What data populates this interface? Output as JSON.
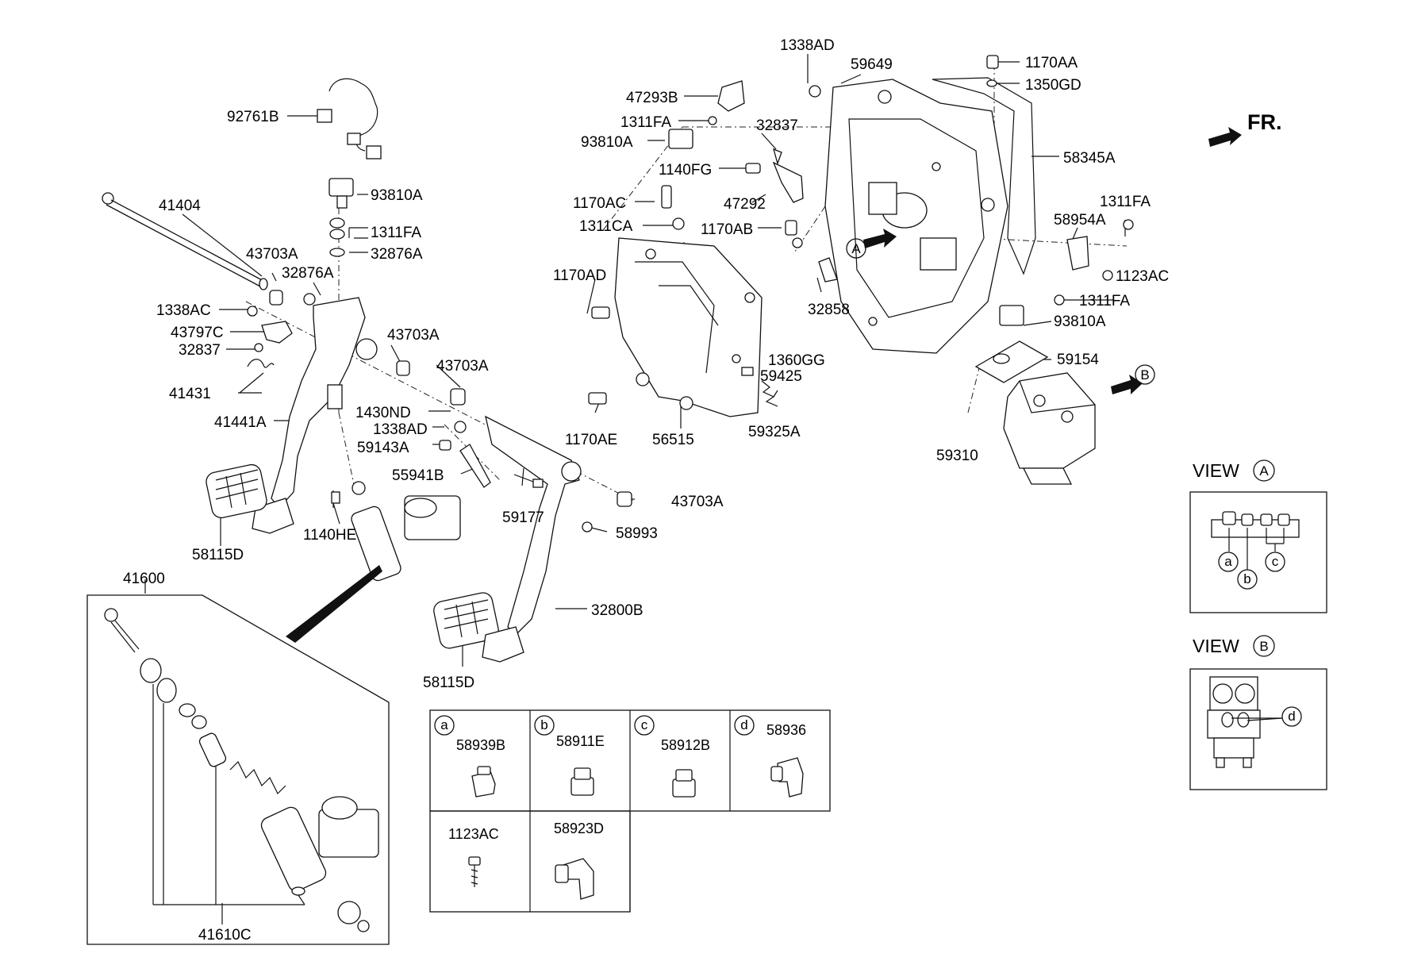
{
  "labels": {
    "l92761B": "92761B",
    "l93810A_1": "93810A",
    "l41404": "41404",
    "l1311FA_1": "1311FA",
    "l32876A_1": "32876A",
    "l43703A_1": "43703A",
    "l32876A_2": "32876A",
    "l1338AC": "1338AC",
    "l43797C": "43797C",
    "l32837_1": "32837",
    "l43703A_2": "43703A",
    "l41431": "41431",
    "l43703A_3": "43703A",
    "l41441A": "41441A",
    "l1430ND": "1430ND",
    "l1338AD_1": "1338AD",
    "l59143A": "59143A",
    "l55941B": "55941B",
    "l1140HE": "1140HE",
    "l59177": "59177",
    "l43703A_4": "43703A",
    "l58993": "58993",
    "l58115D_1": "58115D",
    "l41600": "41600",
    "l32800B": "32800B",
    "l58115D_2": "58115D",
    "l41610C": "41610C",
    "l1338AD_2": "1338AD",
    "l59649": "59649",
    "l47293B": "47293B",
    "l1311FA_2": "1311FA",
    "l93810A_2": "93810A",
    "l32837_2": "32837",
    "l1140FG": "1140FG",
    "l47292": "47292",
    "l1170AC": "1170AC",
    "l1311CA": "1311CA",
    "l1170AB": "1170AB",
    "l1170AD": "1170AD",
    "l1360GG": "1360GG",
    "l59425": "59425",
    "l1170AE": "1170AE",
    "l56515": "56515",
    "l59325A": "59325A",
    "l32858": "32858",
    "l1170AA": "1170AA",
    "l1350GD": "1350GD",
    "l58345A": "58345A",
    "l1311FA_3": "1311FA",
    "l58954A": "58954A",
    "l1123AC_1": "1123AC",
    "l1311FA_4": "1311FA",
    "l93810A_3": "93810A",
    "l59154": "59154",
    "l59310": "59310",
    "fr": "FR.",
    "callA": "A",
    "callB": "B"
  },
  "view_a": {
    "title": "VIEW",
    "letter": "A",
    "pointers": [
      "a",
      "b",
      "c"
    ]
  },
  "view_b": {
    "title": "VIEW",
    "letter": "B",
    "pointers": [
      "d"
    ]
  },
  "table": {
    "cells": [
      {
        "letter": "a",
        "part": "58939B"
      },
      {
        "letter": "b",
        "part": "58911E"
      },
      {
        "letter": "c",
        "part": "58912B"
      },
      {
        "letter": "d",
        "part": "58936"
      },
      {
        "letter": "",
        "part": "1123AC"
      },
      {
        "letter": "",
        "part": "58923D"
      }
    ]
  }
}
